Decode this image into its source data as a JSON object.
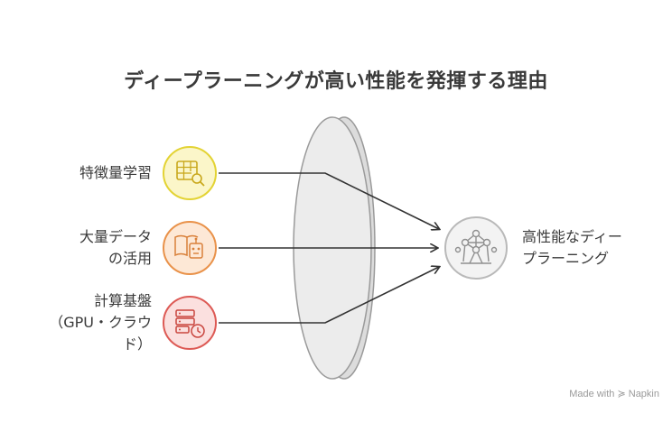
{
  "title": "ディープラーニングが高い性能を発揮する理由",
  "inputs": [
    {
      "lines": [
        "特徴量学習"
      ],
      "icon": "data-search-icon",
      "fill": "#fbf6c9",
      "stroke": "#e3d334"
    },
    {
      "lines": [
        "大量データ",
        "の活用"
      ],
      "icon": "book-robot-icon",
      "fill": "#fde8d6",
      "stroke": "#e9924a"
    },
    {
      "lines": [
        "計算基盤",
        "（GPU・クラウ",
        "ド）"
      ],
      "icon": "server-clock-icon",
      "fill": "#fbe0df",
      "stroke": "#dd5a55"
    }
  ],
  "output": {
    "lines": [
      "高性能なディー",
      "プラーニング"
    ],
    "icon": "neural-network-icon",
    "fill": "#f3f3f3",
    "stroke": "#b9b9b9"
  },
  "footer": {
    "made_with": "Made with",
    "brand": "Napkin"
  }
}
